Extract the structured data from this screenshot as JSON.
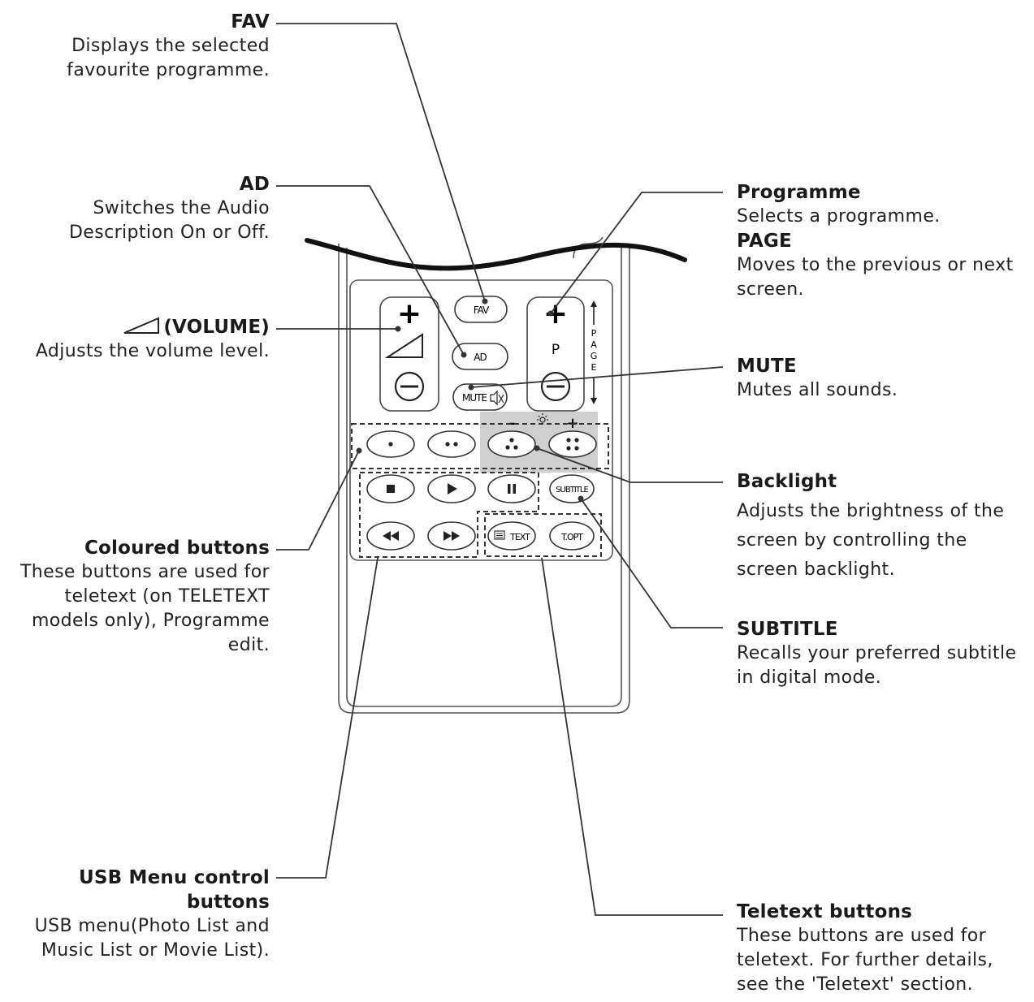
{
  "labels": {
    "fav": {
      "title": "FAV",
      "desc": "Displays the selected favourite programme."
    },
    "ad": {
      "title": "AD",
      "desc": "Switches the Audio Description On or Off."
    },
    "volume": {
      "title": "(VOLUME)",
      "desc": "Adjusts the volume level."
    },
    "coloured": {
      "title": "Coloured buttons",
      "desc": "These buttons are used for teletext (on TELETEXT models only), Programme edit."
    },
    "usb": {
      "title": "USB Menu control buttons",
      "desc": "USB menu(Photo List and Music List or Movie List)."
    },
    "programme": {
      "title": "Programme",
      "desc": "Selects a programme."
    },
    "page": {
      "title": "PAGE",
      "desc": "Moves to the previous or next screen."
    },
    "mute": {
      "title": "MUTE",
      "desc": "Mutes all sounds."
    },
    "backlight": {
      "title": "Backlight",
      "desc": "Adjusts the brightness of the screen by controlling the screen backlight."
    },
    "subtitle": {
      "title": "SUBTITLE",
      "desc": "Recalls your preferred subtitle in digital mode."
    },
    "teletext": {
      "title": "Teletext buttons",
      "desc": "These buttons are used for teletext. For further details, see the 'Teletext' section."
    }
  },
  "remote": {
    "plus": "+",
    "minus": "–",
    "programme_key": "P",
    "page_letters": [
      "P",
      "A",
      "G",
      "E"
    ],
    "fav_key": "FAV",
    "ad_key": "AD",
    "mute_key": "MUTE",
    "subtitle_key": "SUBTITLE",
    "text_key": "TEXT",
    "topt_key": "T.OPT",
    "backlight_minus": "–",
    "backlight_plus": "+"
  },
  "colors": {
    "line": "#333333",
    "remote_outline": "#555555",
    "highlight": "#cfcfcf"
  }
}
